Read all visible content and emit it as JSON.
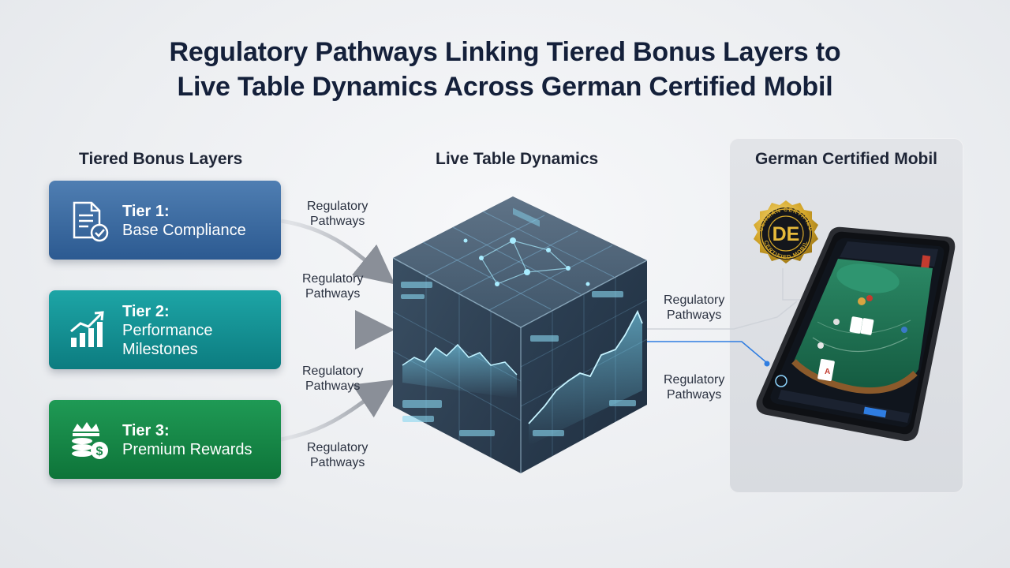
{
  "title": {
    "line1": "Regulatory Pathways Linking Tiered Bonus Layers to",
    "line2": "Live Table Dynamics Across German Certified Mobil"
  },
  "columns": {
    "left": "Tiered Bonus Layers",
    "center": "Live Table Dynamics",
    "right": "German Certified Mobil"
  },
  "tiers": [
    {
      "name": "Tier 1:",
      "desc": [
        "Base Compliance"
      ],
      "icon": "document-check-icon",
      "color": "#3f6fa4"
    },
    {
      "name": "Tier 2:",
      "desc": [
        "Performance",
        "Milestones"
      ],
      "icon": "bar-chart-growth-icon",
      "color": "#16959a"
    },
    {
      "name": "Tier 3:",
      "desc": [
        "Premium Rewards"
      ],
      "icon": "crown-coins-icon",
      "color": "#178a4a"
    }
  ],
  "pathway_label": [
    "Regulatory",
    "Pathways"
  ],
  "seal": {
    "center": "DE",
    "ring_top": "GERMAN CERTIFIED",
    "ring_bottom": "CERTIFIED MOBIL"
  },
  "colors": {
    "accent_blue": "#2f7de1",
    "seal_gold": "#d4a62a",
    "table_green": "#1d6b4f"
  }
}
